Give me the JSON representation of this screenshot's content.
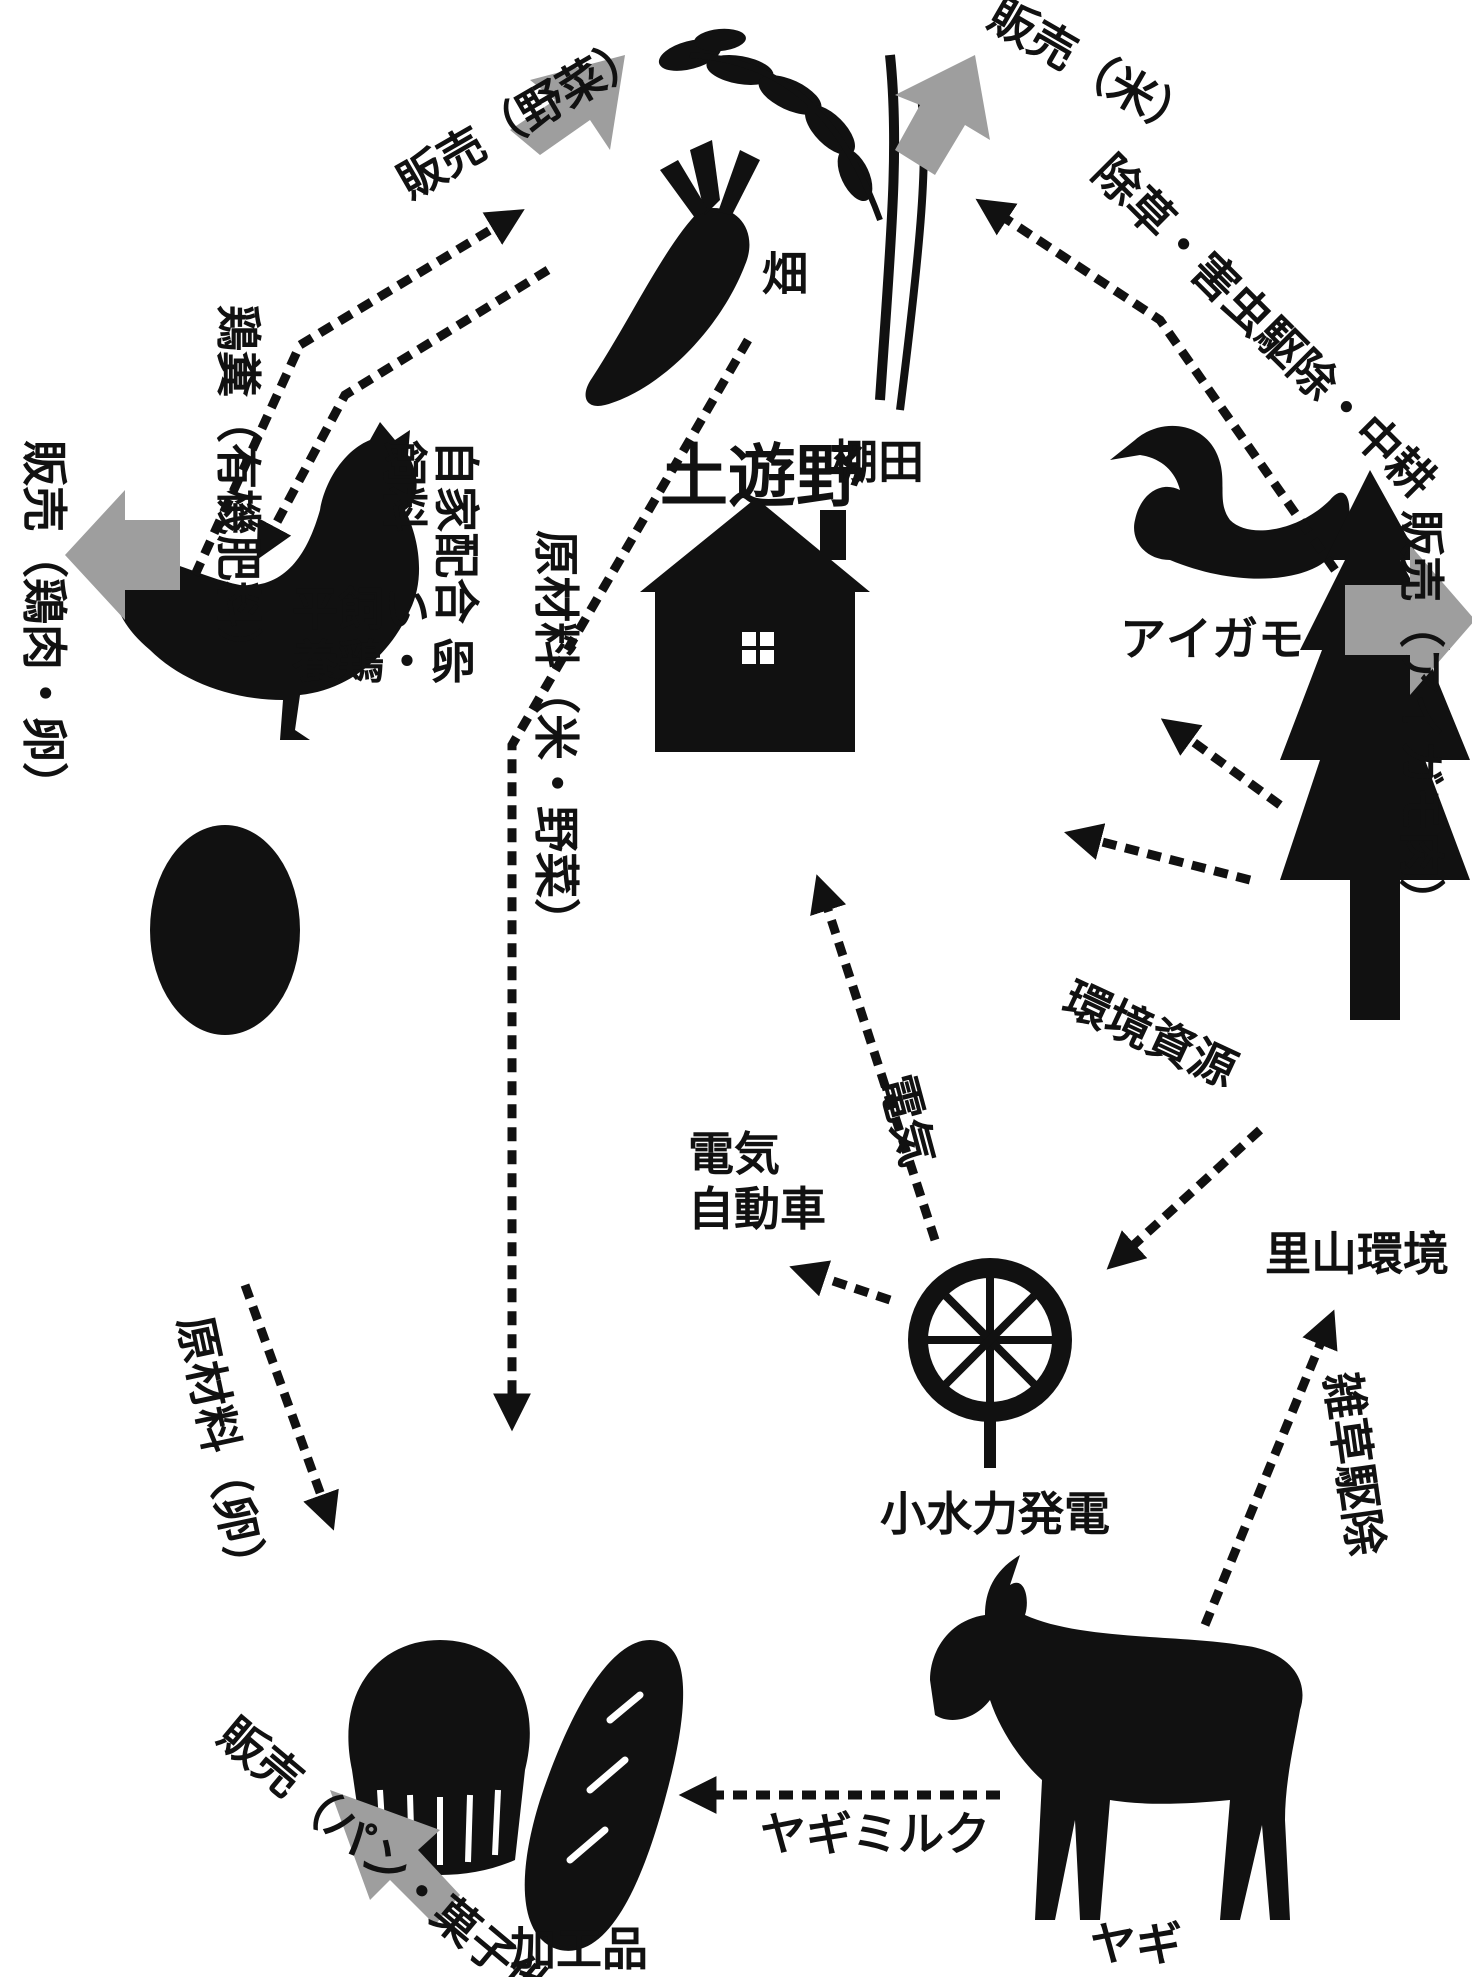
{
  "title": "土遊野",
  "nodes": {
    "field": "畑",
    "terrace": "棚田",
    "duck": "アイガモ",
    "chicken": "平飼い\n養鶏・卵",
    "satoyama": "里山環境",
    "hydro": "小水力発電",
    "ev": "電気\n自動車",
    "processed": "加工品",
    "goat": "ヤギ"
  },
  "flows": {
    "manure": "鶏糞（有機肥料）",
    "feed": "自家配合\n飼料",
    "raw_rice_veg": "原材料（米・野菜）",
    "weeding_duck": "除草・害虫駆除・中耕",
    "env_resource": "環境資源",
    "electricity": "電気",
    "raw_egg": "原材料（卵）",
    "weed_removal": "雑草駆除",
    "goat_milk": "ヤギミルク"
  },
  "sales": {
    "vegetables": "販売（野菜）",
    "rice": "販売（米）",
    "duck_meat": "販売（アイガモ肉）",
    "chicken_egg": "販売（鶏肉・卵）",
    "bread_sweets": "販売（パン・菓子他）"
  },
  "colors": {
    "ink": "#111111",
    "sale_arrow": "#9e9e9e",
    "background": "#ffffff"
  },
  "icons": [
    "carrot-icon",
    "rice-plant-icon",
    "duck-icon",
    "chicken-icon",
    "egg-icon",
    "house-icon",
    "tree-icon",
    "water-wheel-icon",
    "muffin-icon",
    "bread-icon",
    "goat-icon"
  ]
}
